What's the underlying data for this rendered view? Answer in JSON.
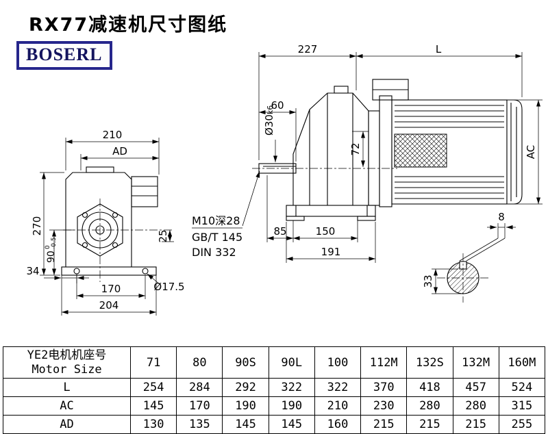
{
  "page": {
    "title": "RX77减速机尺寸图纸",
    "logo": "BOSERL"
  },
  "front_view": {
    "d210": "210",
    "dAD": "AD",
    "d270": "270",
    "d90": "90",
    "d90_tol_top": "0",
    "d90_tol_bot": "-0.5",
    "d34": "34",
    "d25": "25",
    "dhole": "Ø17.5",
    "d170": "170",
    "d204": "204"
  },
  "side_view": {
    "d227": "227",
    "dL": "L",
    "d60": "60",
    "shaft_dia": "Ø30",
    "shaft_fit": "k6",
    "d72": "72",
    "thread": "M10深28",
    "std1": "GB/T 145",
    "std2": "DIN 332",
    "d85": "85",
    "d150": "150",
    "d191": "191",
    "dAC": "AC"
  },
  "shaft_detail": {
    "d8": "8",
    "d33": "33"
  },
  "table": {
    "frame_label_cn": "YE2电机机座号",
    "frame_label_en": "Motor Size",
    "headers": [
      "71",
      "80",
      "90S",
      "90L",
      "100",
      "112M",
      "132S",
      "132M",
      "160M"
    ],
    "rows": [
      {
        "label": "L",
        "values": [
          "254",
          "284",
          "292",
          "322",
          "322",
          "370",
          "418",
          "457",
          "524"
        ]
      },
      {
        "label": "AC",
        "values": [
          "145",
          "170",
          "190",
          "190",
          "210",
          "230",
          "280",
          "280",
          "315"
        ]
      },
      {
        "label": "AD",
        "values": [
          "130",
          "135",
          "145",
          "145",
          "160",
          "215",
          "215",
          "215",
          "255"
        ]
      }
    ]
  }
}
